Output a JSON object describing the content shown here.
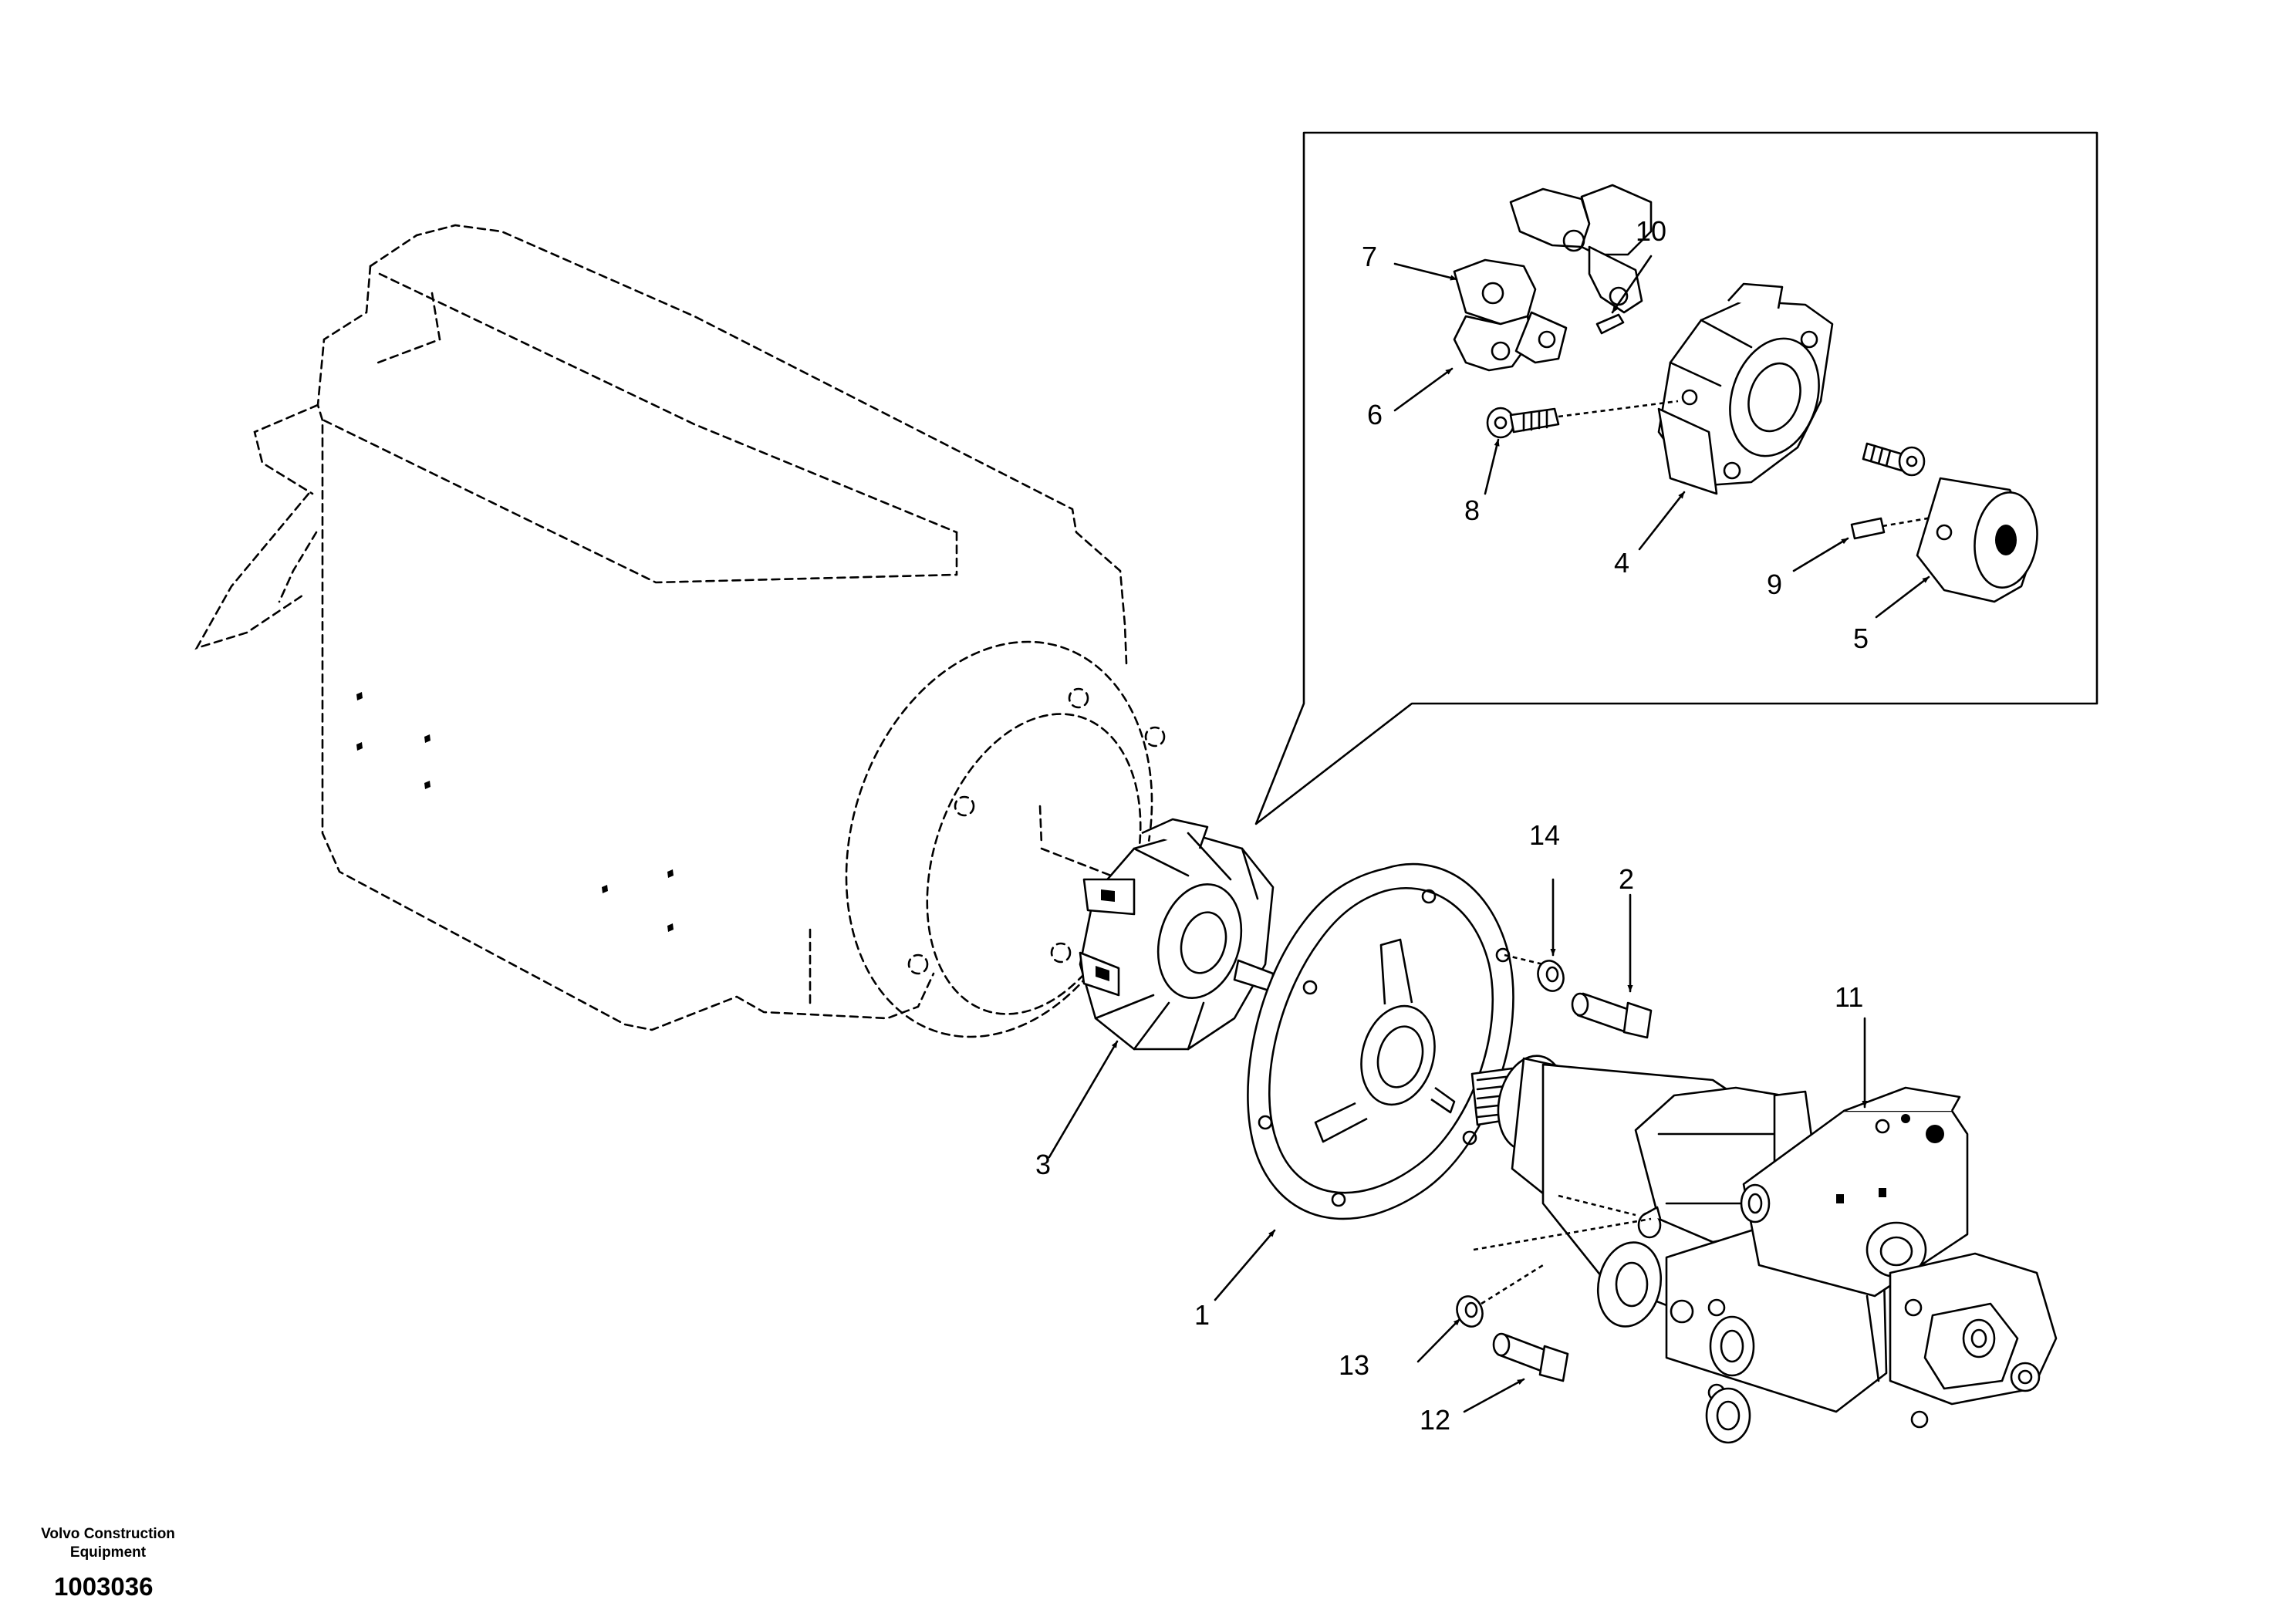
{
  "brand": {
    "line1": "Volvo Construction",
    "line2": "Equipment"
  },
  "document_number": "1003036",
  "callouts": [
    "1",
    "2",
    "3",
    "4",
    "5",
    "6",
    "7",
    "8",
    "9",
    "10",
    "11",
    "12",
    "13",
    "14"
  ]
}
